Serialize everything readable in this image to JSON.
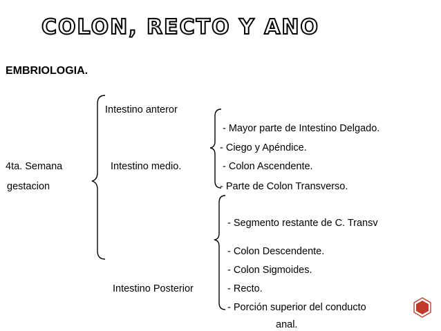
{
  "title": "COLON, RECTO Y ANO",
  "heading": "EMBRIOLOGIA.",
  "left_col": {
    "line1": "4ta. Semana",
    "line2": "gestacion"
  },
  "segments": {
    "anterior": "Intestino anteror",
    "medio": "Intestino medio.",
    "posterior": "Intestino Posterior"
  },
  "medio_items": [
    "- Mayor parte de Intestino Delgado.",
    "- Ciego y Apéndice.",
    "- Colon Ascendente.",
    "- Parte de Colon Transverso."
  ],
  "posterior_items": [
    "- Segmento restante de C. Transv",
    "- Colon Descendente.",
    "- Colon Sigmoides.",
    "- Recto.",
    "- Porción superior del conducto",
    "anal."
  ],
  "colors": {
    "accent": "#c0392b",
    "text": "#000000"
  },
  "icons": {
    "badge": "decorative-hexagon-icon"
  }
}
